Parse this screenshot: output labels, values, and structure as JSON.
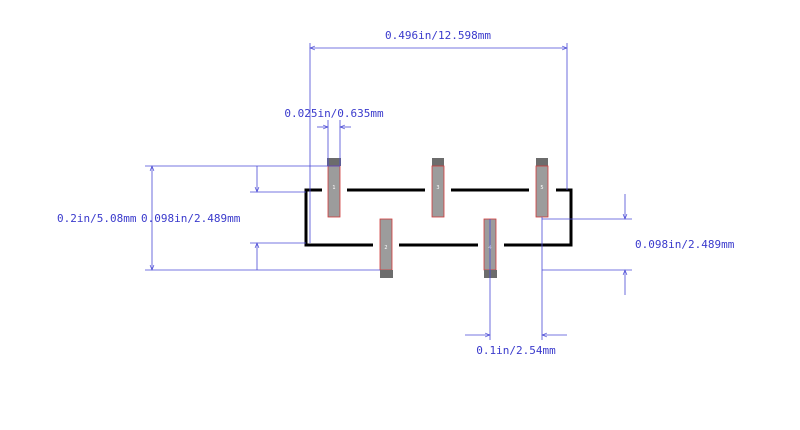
{
  "colors": {
    "dimension": "#4a4ad6",
    "outline": "#000000",
    "pad_fill": "#9c9c9c",
    "pad_outline": "#d03a3a",
    "pad_tip": "#6c6c6c",
    "background": "#ffffff"
  },
  "dimensions": {
    "overall_width": "0.496in/12.598mm",
    "pin_width": "0.025in/0.635mm",
    "overall_height": "0.2in/5.08mm",
    "pin_row_offset_left": "0.098in/2.489mm",
    "pin_row_offset_right": "0.098in/2.489mm",
    "pin_pitch": "0.1in/2.54mm"
  },
  "pins": [
    {
      "number": "1",
      "row": "top"
    },
    {
      "number": "2",
      "row": "bottom"
    },
    {
      "number": "3",
      "row": "top"
    },
    {
      "number": "4",
      "row": "bottom"
    },
    {
      "number": "5",
      "row": "top"
    }
  ]
}
